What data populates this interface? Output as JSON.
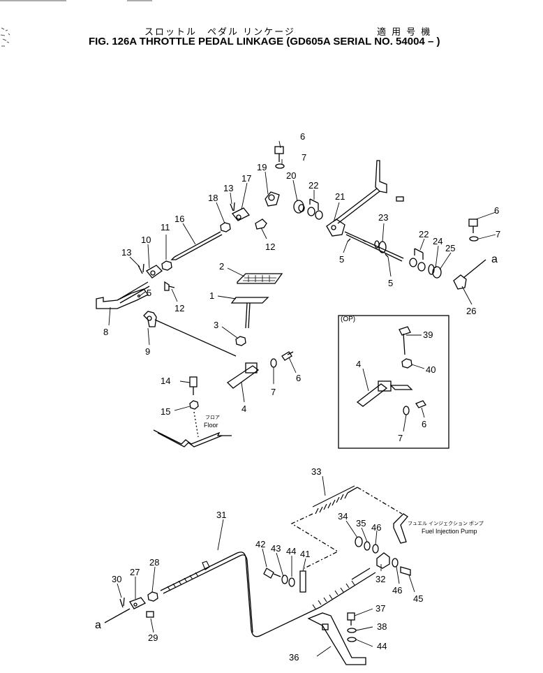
{
  "header": {
    "title_jp": "スロットル　ペダル リンケージ",
    "serial_jp": "適 用 号 機",
    "title_en": "FIG. 126A THROTTLE PEDAL LINKAGE (GD605A SERIAL NO. 54004 – )"
  },
  "inset": {
    "label": "(OP)"
  },
  "annotations": {
    "floor_jp": "フロア",
    "floor_en": "Floor",
    "pump_jp": "フュエル インジェクション ポンプ",
    "pump_en": "Fuel Injection Pump",
    "ref_a": "a"
  },
  "callouts": [
    {
      "id": "c6a",
      "text": "6"
    },
    {
      "id": "c7a",
      "text": "7"
    },
    {
      "id": "c19",
      "text": "19"
    },
    {
      "id": "c20",
      "text": "20"
    },
    {
      "id": "c22a",
      "text": "22"
    },
    {
      "id": "c17",
      "text": "17"
    },
    {
      "id": "c13a",
      "text": "13"
    },
    {
      "id": "c18",
      "text": "18"
    },
    {
      "id": "c16",
      "text": "16"
    },
    {
      "id": "c11",
      "text": "11"
    },
    {
      "id": "c10",
      "text": "10"
    },
    {
      "id": "c13b",
      "text": "13"
    },
    {
      "id": "c12a",
      "text": "12"
    },
    {
      "id": "c12b",
      "text": "12"
    },
    {
      "id": "c5a",
      "text": "5"
    },
    {
      "id": "c8",
      "text": "8"
    },
    {
      "id": "c9",
      "text": "9"
    },
    {
      "id": "c21",
      "text": "21"
    },
    {
      "id": "c23",
      "text": "23"
    },
    {
      "id": "c5b",
      "text": "5"
    },
    {
      "id": "c5c",
      "text": "5"
    },
    {
      "id": "c6b",
      "text": "6"
    },
    {
      "id": "c7b",
      "text": "7"
    },
    {
      "id": "c22b",
      "text": "22"
    },
    {
      "id": "c24",
      "text": "24"
    },
    {
      "id": "c25",
      "text": "25"
    },
    {
      "id": "c26",
      "text": "26"
    },
    {
      "id": "c2",
      "text": "2"
    },
    {
      "id": "c1",
      "text": "1"
    },
    {
      "id": "c3",
      "text": "3"
    },
    {
      "id": "c14",
      "text": "14"
    },
    {
      "id": "c15",
      "text": "15"
    },
    {
      "id": "c4a",
      "text": "4"
    },
    {
      "id": "c7c",
      "text": "7"
    },
    {
      "id": "c6c",
      "text": "6"
    },
    {
      "id": "c39",
      "text": "39"
    },
    {
      "id": "c40",
      "text": "40"
    },
    {
      "id": "c4b",
      "text": "4"
    },
    {
      "id": "c6d",
      "text": "6"
    },
    {
      "id": "c7d",
      "text": "7"
    },
    {
      "id": "c33",
      "text": "33"
    },
    {
      "id": "c31",
      "text": "31"
    },
    {
      "id": "c34",
      "text": "34"
    },
    {
      "id": "c35",
      "text": "35"
    },
    {
      "id": "c46a",
      "text": "46"
    },
    {
      "id": "c42",
      "text": "42"
    },
    {
      "id": "c43",
      "text": "43"
    },
    {
      "id": "c44a",
      "text": "44"
    },
    {
      "id": "c41",
      "text": "41"
    },
    {
      "id": "c32",
      "text": "32"
    },
    {
      "id": "c46b",
      "text": "46"
    },
    {
      "id": "c45",
      "text": "45"
    },
    {
      "id": "c28",
      "text": "28"
    },
    {
      "id": "c27",
      "text": "27"
    },
    {
      "id": "c30",
      "text": "30"
    },
    {
      "id": "c29",
      "text": "29"
    },
    {
      "id": "c37",
      "text": "37"
    },
    {
      "id": "c38",
      "text": "38"
    },
    {
      "id": "c44b",
      "text": "44"
    },
    {
      "id": "c36",
      "text": "36"
    }
  ]
}
